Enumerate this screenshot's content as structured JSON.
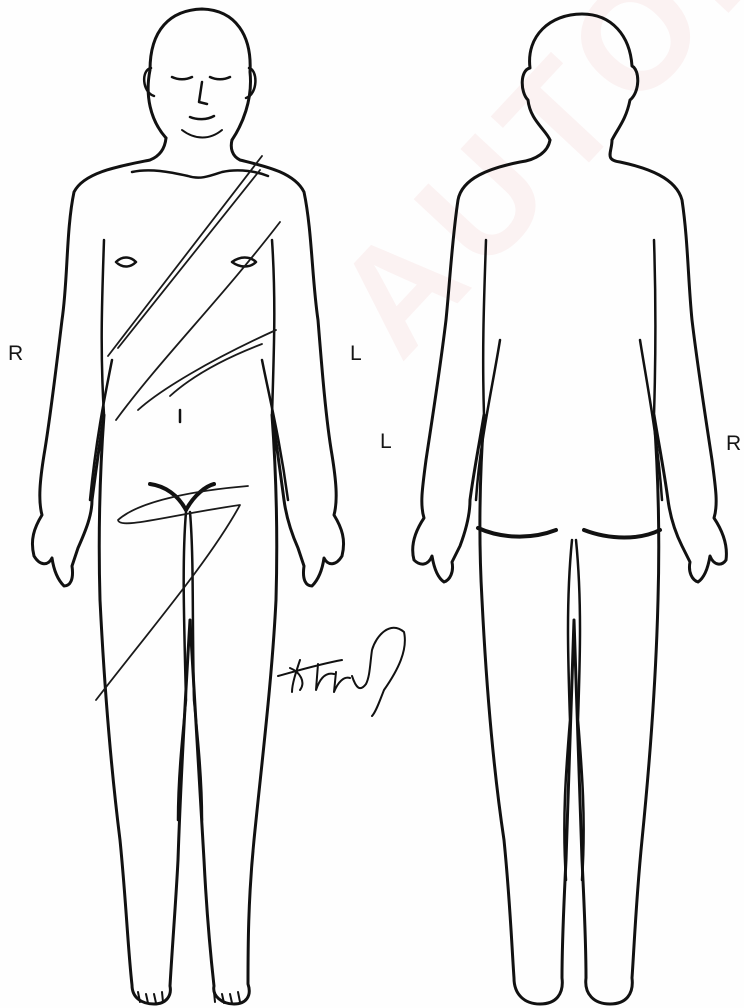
{
  "labels": {
    "front_right": "R",
    "front_left": "L",
    "back_left": "L",
    "back_right": "R"
  },
  "watermark": {
    "text": "AUTOPSY"
  },
  "signature": {
    "text": "Fwd"
  },
  "colors": {
    "ink": "#111111",
    "paper": "#fefefe",
    "watermark": "#e68c8c"
  }
}
